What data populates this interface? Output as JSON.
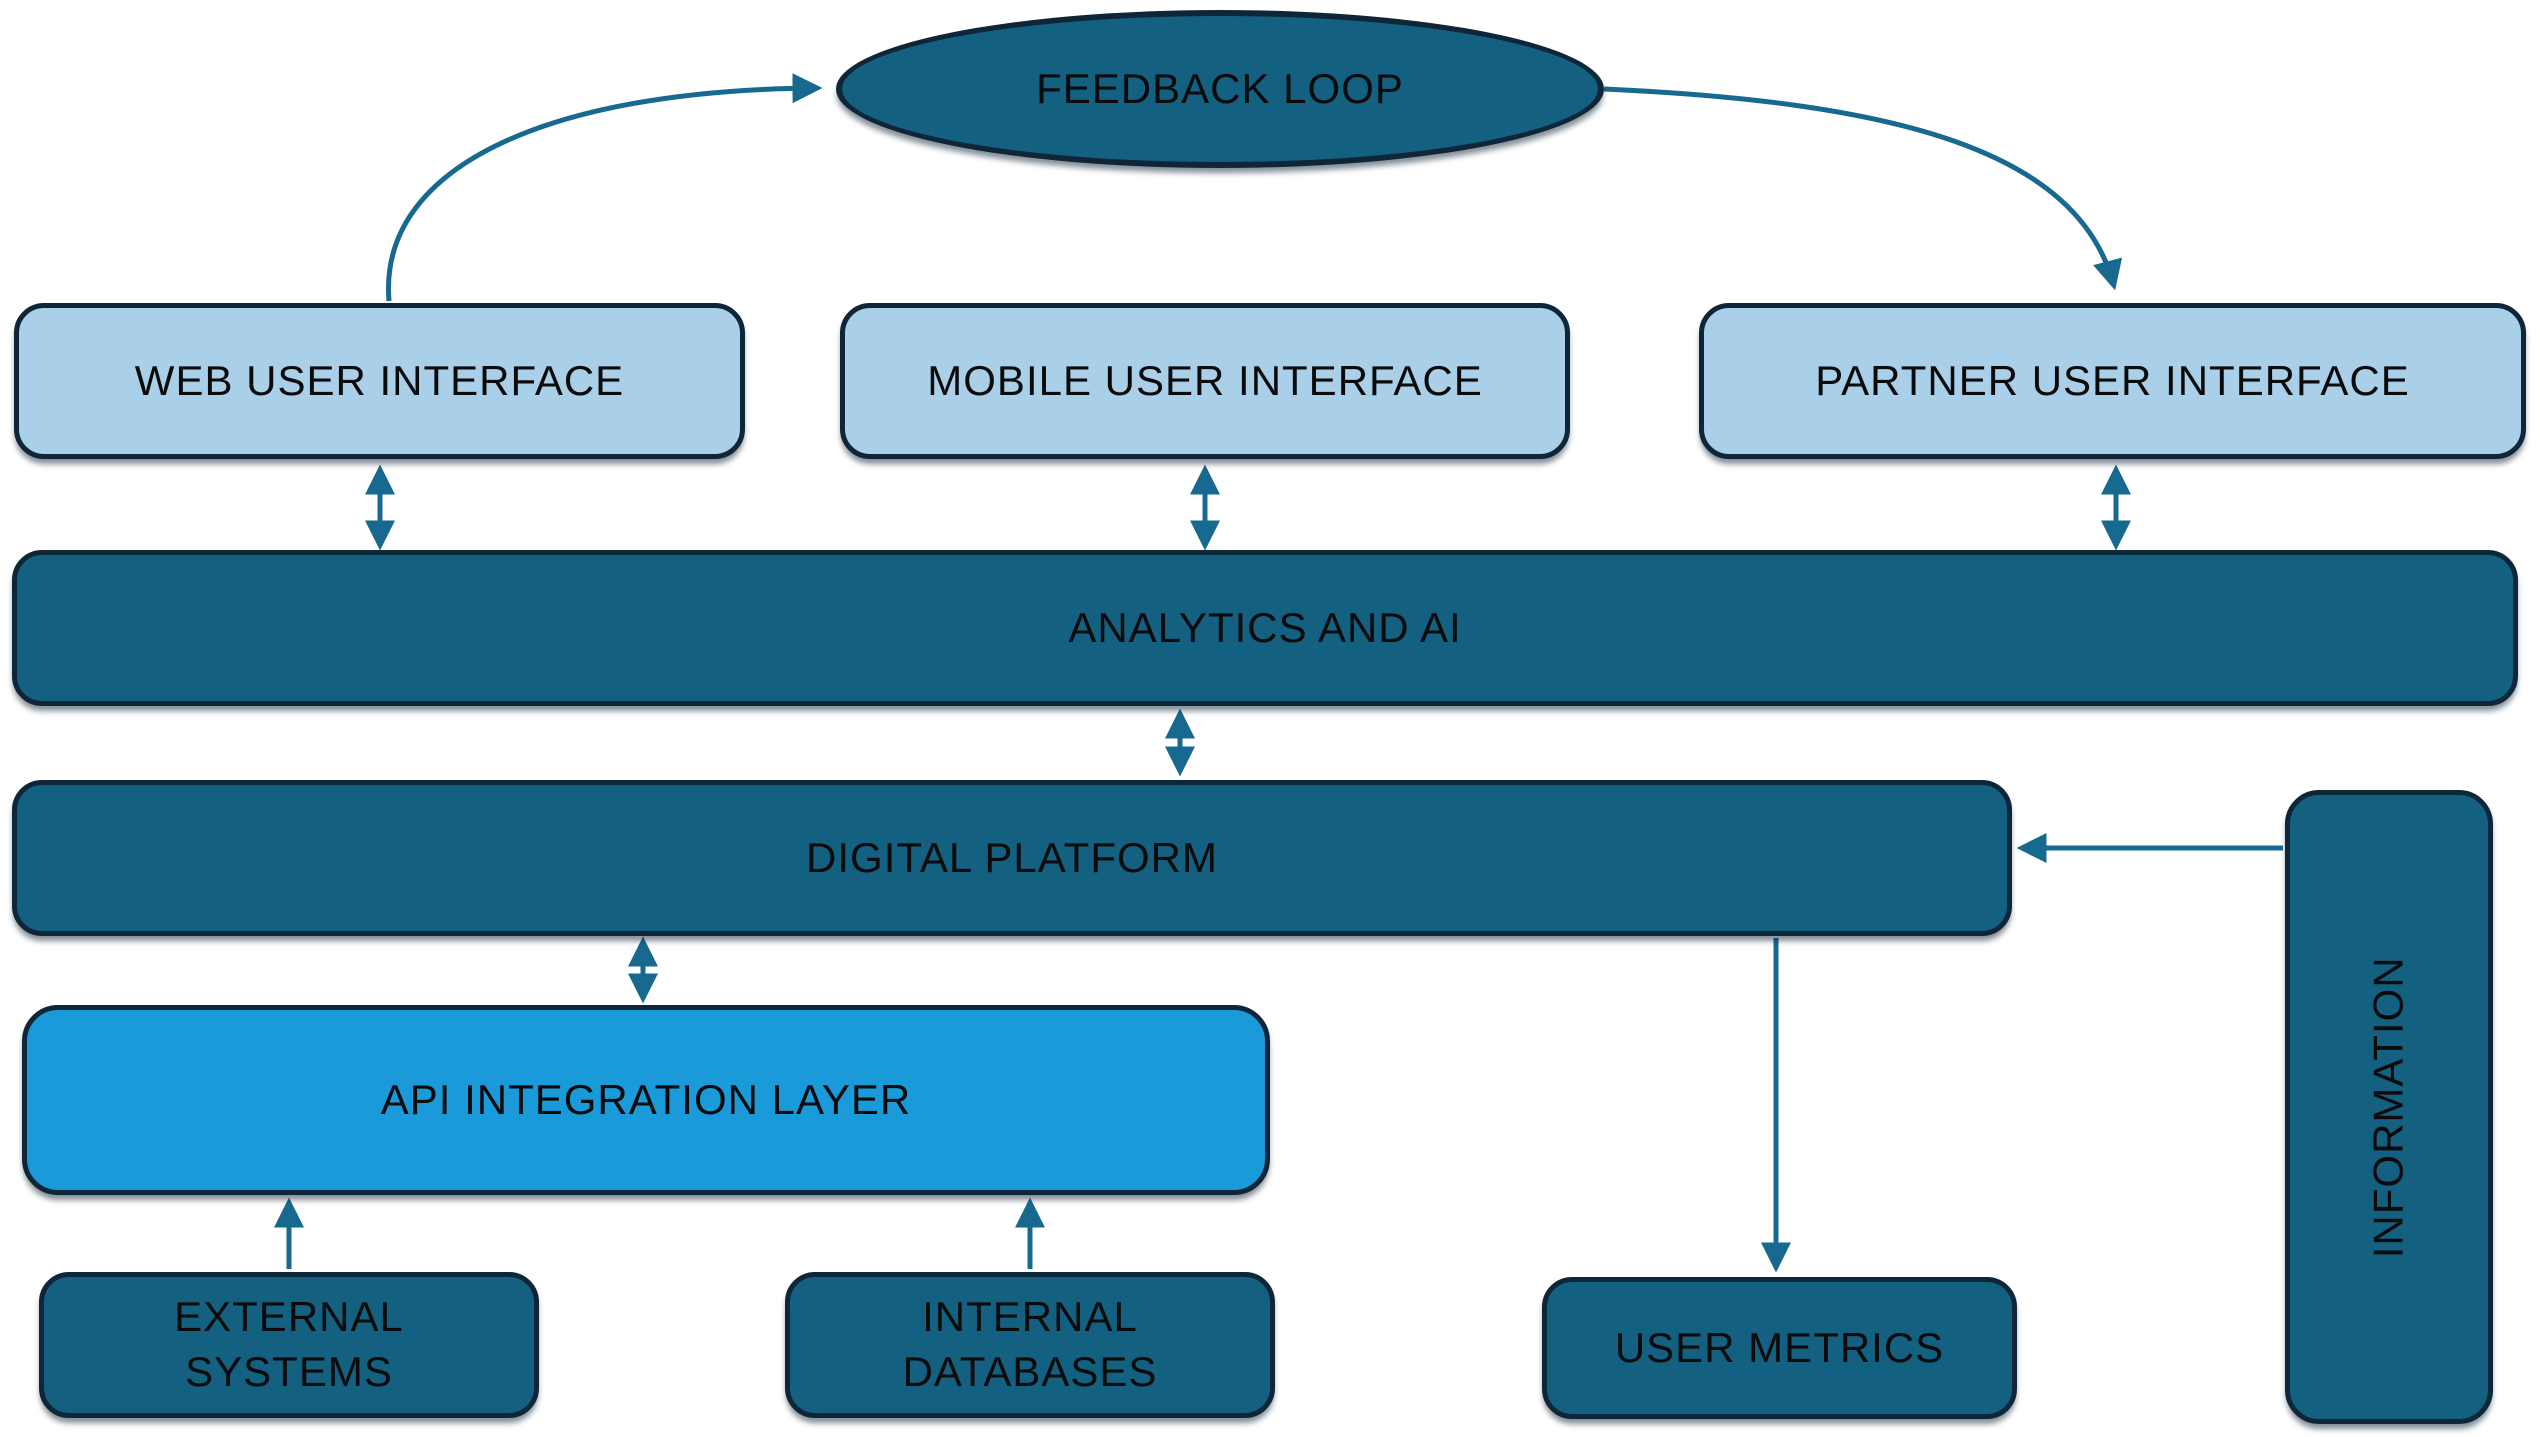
{
  "colors": {
    "background": "#ffffff",
    "node_dark_fill": "#136080",
    "node_light_fill": "#a9cfe9",
    "node_accent_fill": "#1b9ada",
    "node_border": "#0f2638",
    "arrow": "#17698f",
    "label_text": "#0b0b0b"
  },
  "nodes": {
    "feedback_loop": {
      "label": "FEEDBACK LOOP",
      "shape": "ellipse"
    },
    "web_ui": {
      "label": "WEB USER INTERFACE"
    },
    "mobile_ui": {
      "label": "MOBILE USER INTERFACE"
    },
    "partner_ui": {
      "label": "PARTNER USER INTERFACE"
    },
    "analytics_ai": {
      "label": "ANALYTICS AND AI"
    },
    "digital_platform": {
      "label": "DIGITAL PLATFORM"
    },
    "api_integration_layer": {
      "label": "API INTEGRATION LAYER"
    },
    "external_systems": {
      "label": "EXTERNAL SYSTEMS"
    },
    "internal_databases": {
      "label": "INTERNAL DATABASES"
    },
    "user_metrics": {
      "label": "USER METRICS"
    },
    "information": {
      "label": "INFORMATION",
      "orientation": "vertical"
    }
  },
  "edges": [
    {
      "from": "web_ui",
      "to": "feedback_loop",
      "direction": "one-way",
      "style": "curved"
    },
    {
      "from": "feedback_loop",
      "to": "partner_ui",
      "direction": "one-way",
      "style": "curved"
    },
    {
      "from": "web_ui",
      "to": "analytics_ai",
      "direction": "two-way"
    },
    {
      "from": "mobile_ui",
      "to": "analytics_ai",
      "direction": "two-way"
    },
    {
      "from": "partner_ui",
      "to": "analytics_ai",
      "direction": "two-way"
    },
    {
      "from": "analytics_ai",
      "to": "digital_platform",
      "direction": "two-way"
    },
    {
      "from": "digital_platform",
      "to": "api_integration_layer",
      "direction": "two-way"
    },
    {
      "from": "external_systems",
      "to": "api_integration_layer",
      "direction": "one-way"
    },
    {
      "from": "internal_databases",
      "to": "api_integration_layer",
      "direction": "one-way"
    },
    {
      "from": "digital_platform",
      "to": "user_metrics",
      "direction": "one-way"
    },
    {
      "from": "information",
      "to": "digital_platform",
      "direction": "one-way"
    }
  ]
}
